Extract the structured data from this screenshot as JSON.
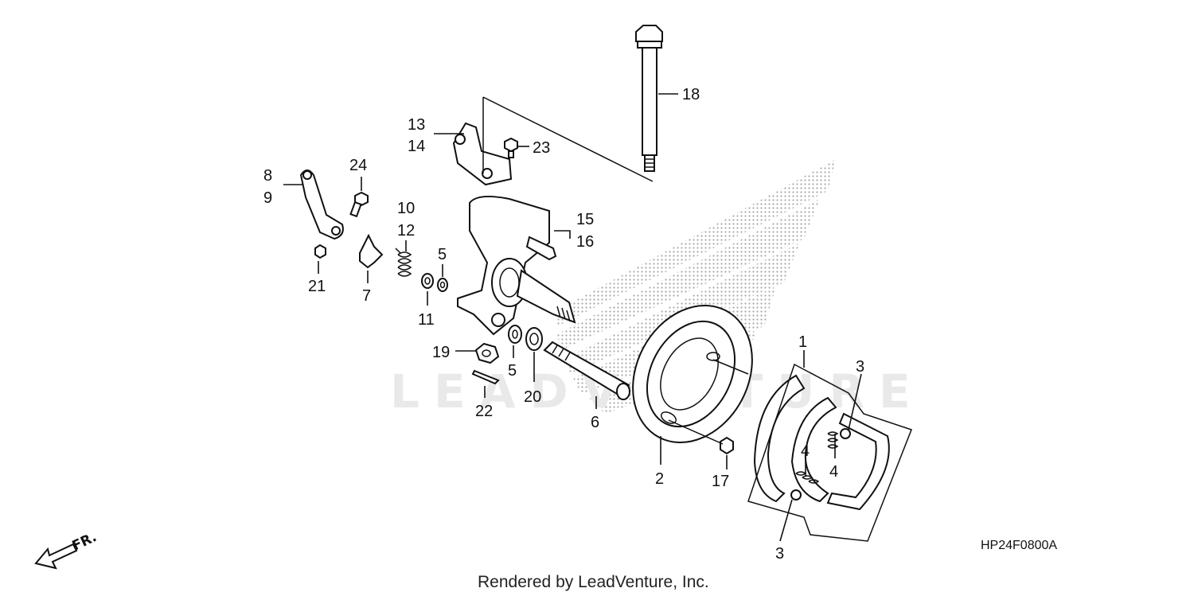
{
  "diagram": {
    "callouts": {
      "c1": "1",
      "c2": "2",
      "c3a": "3",
      "c3b": "3",
      "c4a": "4",
      "c4b": "4",
      "c5a": "5",
      "c5b": "5",
      "c6": "6",
      "c7": "7",
      "c8": "8",
      "c9": "9",
      "c10": "10",
      "c11": "11",
      "c12": "12",
      "c13": "13",
      "c14": "14",
      "c15": "15",
      "c16": "16",
      "c17": "17",
      "c18": "18",
      "c19": "19",
      "c20": "20",
      "c21": "21",
      "c22": "22",
      "c23": "23",
      "c24": "24"
    },
    "diagram_code": "HP24F0800A",
    "direction_label": "FR.",
    "watermark_text": "LEADVENTURE",
    "footer_text": "Rendered by LeadVenture, Inc."
  }
}
